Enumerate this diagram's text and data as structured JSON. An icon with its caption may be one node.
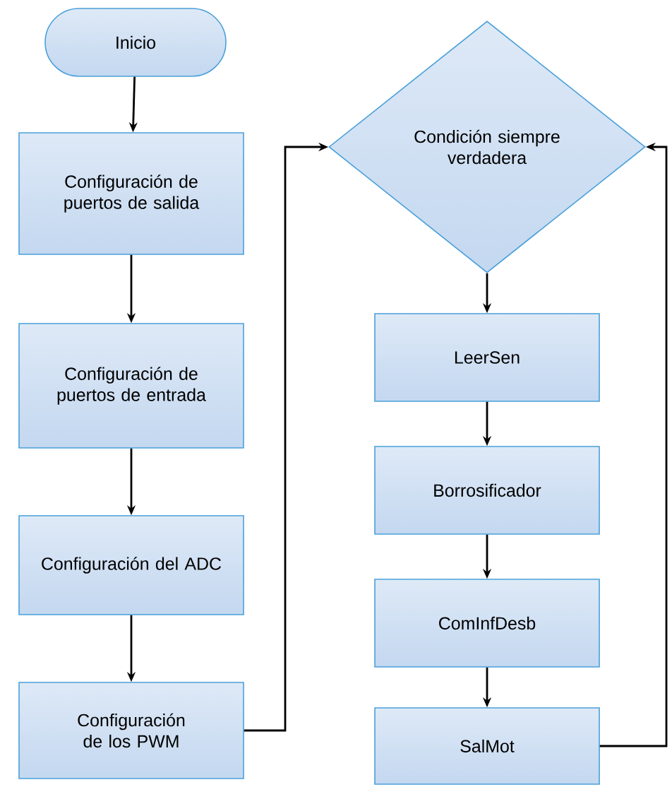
{
  "diagram": {
    "nodes": [
      {
        "text": [
          "Inicio"
        ]
      },
      {
        "text": [
          "Configuración de puertos de salida"
        ]
      },
      {
        "text": [
          "Configuración de puertos de entrada"
        ]
      },
      {
        "text": [
          "Configuración del ADC"
        ]
      },
      {
        "text": [
          "Configuración de los PWM"
        ]
      },
      {
        "text": [
          "Condición siempre verdadera"
        ]
      },
      {
        "text": [
          "LeerSen"
        ]
      },
      {
        "text": [
          "Borrosificador"
        ]
      },
      {
        "text": [
          "ComInfDesb"
        ]
      },
      {
        "text": [
          "SalMot"
        ]
      }
    ],
    "edges": [
      {
        "from": 0,
        "to": 1,
        "arrow": "to"
      },
      {
        "from": 1,
        "to": 2,
        "arrow": "to"
      },
      {
        "from": 2,
        "to": 3,
        "arrow": "to"
      },
      {
        "from": 3,
        "to": 4,
        "arrow": "to"
      },
      {
        "from": 4,
        "to": 5,
        "arrow": "to"
      },
      {
        "from": 5,
        "to": 6,
        "arrow": "to"
      },
      {
        "from": 6,
        "to": 7,
        "arrow": "to"
      },
      {
        "from": 7,
        "to": 8,
        "arrow": "to"
      },
      {
        "from": 8,
        "to": 9,
        "arrow": "to"
      },
      {
        "from": 9,
        "to": 5,
        "arrow": "to"
      }
    ]
  }
}
